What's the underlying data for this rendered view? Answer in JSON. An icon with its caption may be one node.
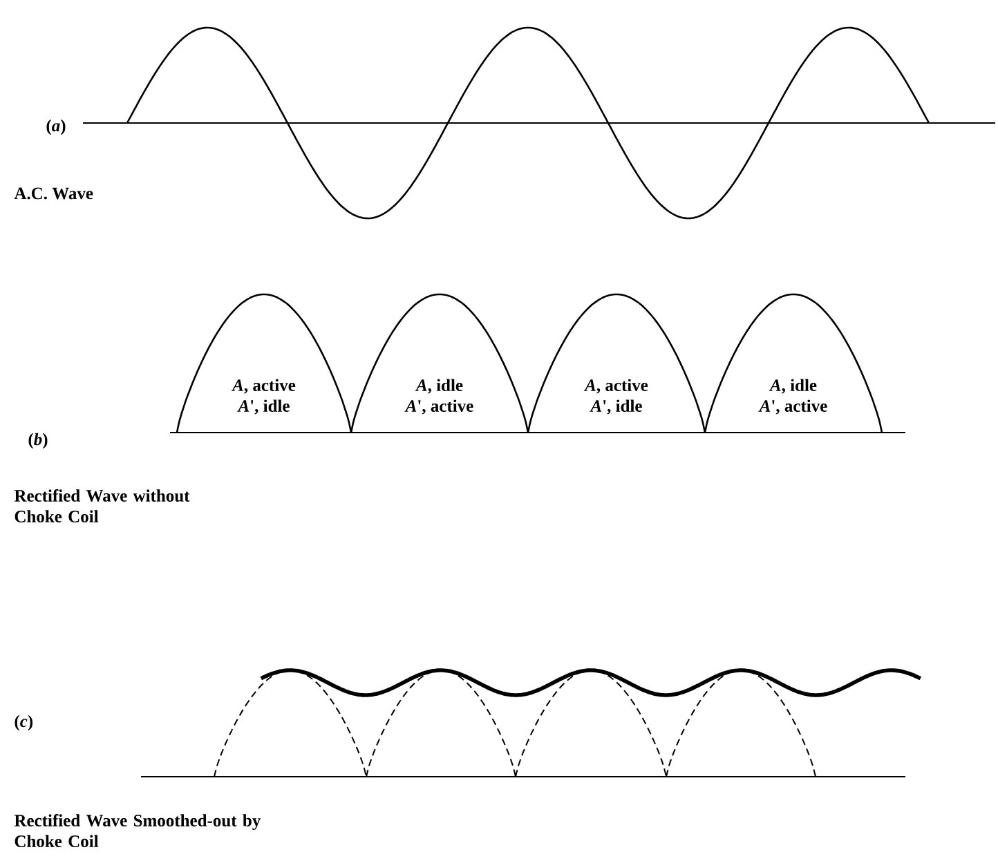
{
  "diagram": {
    "nodes": [
      {
        "text": [
          "*A*, active",
          "*A*', idle"
        ]
      },
      {
        "text": [
          "*A*, idle",
          "*A*',  active"
        ]
      },
      {
        "text": [
          "*A*, active",
          "*A*', idle"
        ]
      },
      {
        "text": [
          "*A*, idle",
          "*A*', active"
        ]
      }
    ],
    "labels": [
      "(*a*)",
      "A.C. Wave",
      "(*b*)",
      "Rectified Wave without Choke Coil",
      "(*c*)",
      "Rectified Wave Smoothed-out by Choke Coil"
    ]
  }
}
